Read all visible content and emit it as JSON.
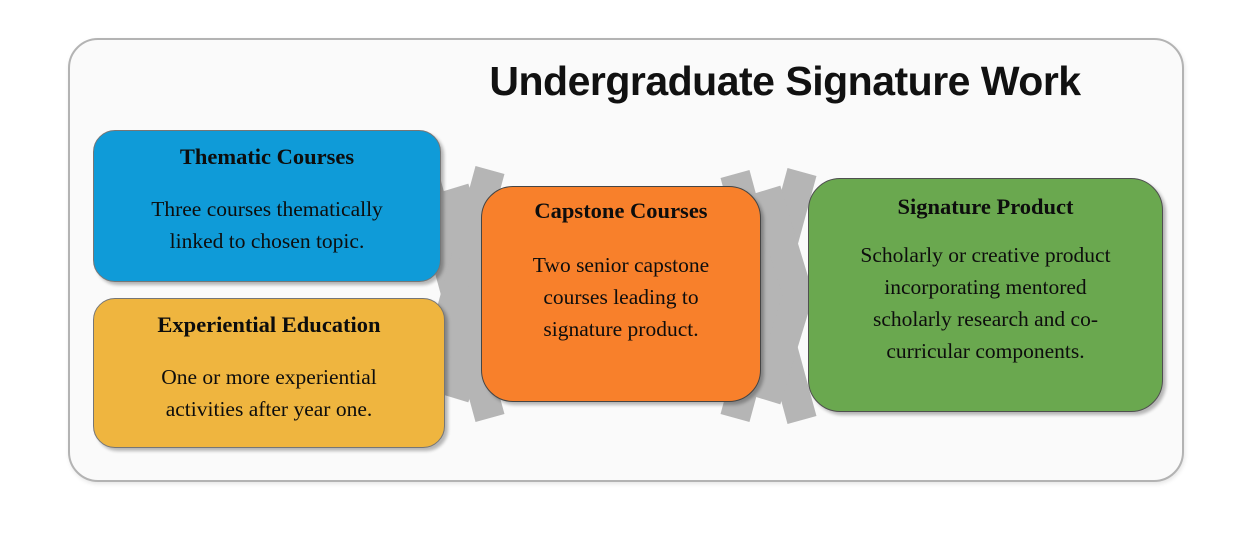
{
  "page": {
    "title": "Undergraduate Signature Work"
  },
  "theme": {
    "canvas_background": "#ffffff",
    "container_background": "#fafafa",
    "container_border": "#b3b3b3",
    "connector_gray": "#b5b5b5",
    "text_color": "#0d0d0d"
  },
  "diagram": {
    "nodes": [
      {
        "id": "thematic-courses",
        "label": "Thematic Courses",
        "description": "Three courses thematically\nlinked to chosen topic.",
        "color": "#0f9bd8"
      },
      {
        "id": "experiential-education",
        "label": "Experiential Education",
        "description": "One or more experiential\nactivities after year one.",
        "color": "#efb53f"
      },
      {
        "id": "capstone-courses",
        "label": "Capstone Courses",
        "description": "Two senior capstone\ncourses leading to\nsignature product.",
        "color": "#f8802b"
      },
      {
        "id": "signature-product",
        "label": "Signature Product",
        "description": "Scholarly or creative product\nincorporating mentored\nscholarly research and co-\ncurricular components.",
        "color": "#6aa84f"
      }
    ]
  }
}
